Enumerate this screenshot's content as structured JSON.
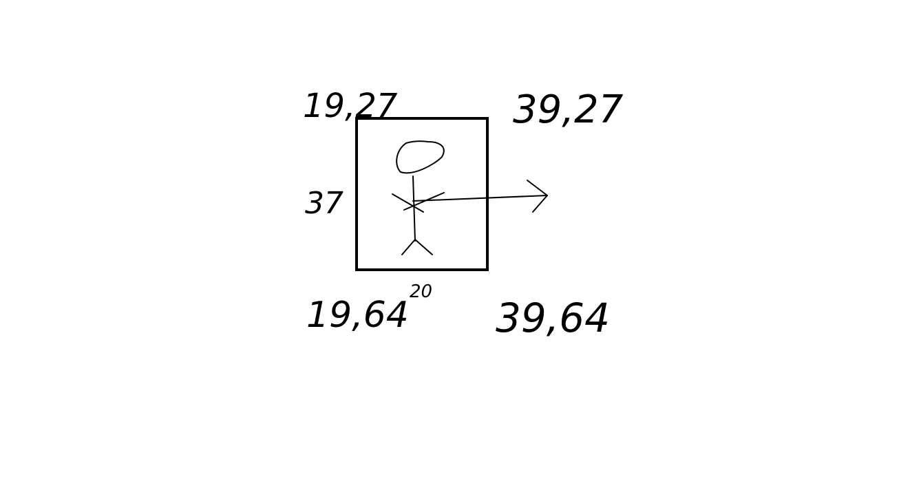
{
  "labels": {
    "top_left": "19,27",
    "top_right": "39,27",
    "bottom_left": "19,64",
    "bottom_right": "39,64",
    "height": "37",
    "width": "20"
  },
  "colors": {
    "ink": "#000000",
    "background": "#ffffff"
  }
}
